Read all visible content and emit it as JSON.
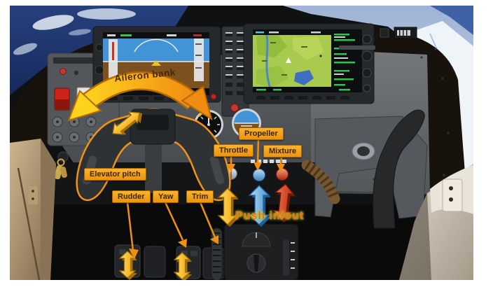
{
  "annotations": {
    "aileron_bank": "Aileron bank",
    "elevator_pitch": "Elevator pitch",
    "rudder": "Rudder",
    "yaw": "Yaw",
    "trim": "Trim",
    "throttle": "Throttle",
    "propeller": "Propeller",
    "mixture": "Mixture",
    "push_in_out": "Push in/out"
  },
  "colors": {
    "callout_bg": "#F2A71B",
    "callout_text": "#3F2400",
    "leader_arrow": "#F09010",
    "motion_arrow_yellow": "#FFC91E",
    "motion_arrow_blue": "#5FB0E8",
    "motion_arrow_red": "#D63A1A",
    "push_text": "#EE6D12",
    "push_glow": "#BCD437",
    "throttle_knob": "#C9CDD1",
    "propeller_knob": "#4A90C8",
    "mixture_knob": "#C03018",
    "pfd_sky": "#4394D6",
    "pfd_ground": "#7D5020",
    "mfd_map": "#A8CA4E"
  }
}
